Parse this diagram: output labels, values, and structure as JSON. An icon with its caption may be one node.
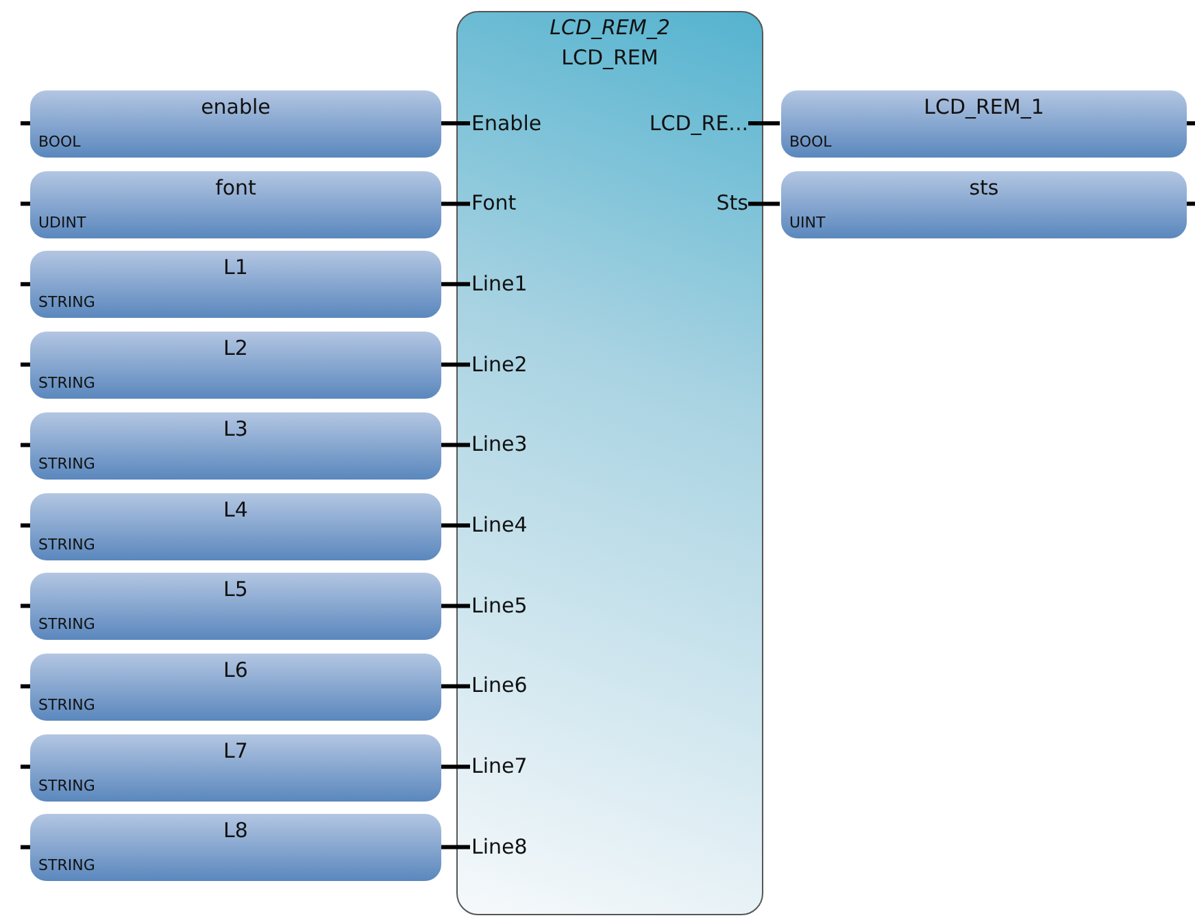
{
  "diagram": {
    "nodes": [
      {
        "text": [
          "enable",
          "BOOL"
        ]
      },
      {
        "text": [
          "font",
          "UDINT"
        ]
      },
      {
        "text": [
          "L1",
          "STRING"
        ]
      },
      {
        "text": [
          "L2",
          "STRING"
        ]
      },
      {
        "text": [
          "L3",
          "STRING"
        ]
      },
      {
        "text": [
          "L4",
          "STRING"
        ]
      },
      {
        "text": [
          "L5",
          "STRING"
        ]
      },
      {
        "text": [
          "L6",
          "STRING"
        ]
      },
      {
        "text": [
          "L7",
          "STRING"
        ]
      },
      {
        "text": [
          "L8",
          "STRING"
        ]
      },
      {
        "text": [
          "LCD_REM_2",
          "LCD_REM"
        ]
      },
      {
        "text": [
          "Enable"
        ],
        "in": 10
      },
      {
        "text": [
          "LCD_RE..."
        ],
        "in": 10
      },
      {
        "text": [
          "Font"
        ],
        "in": 10
      },
      {
        "text": [
          "Sts"
        ],
        "in": 10
      },
      {
        "text": [
          "Line1"
        ],
        "in": 10
      },
      {
        "text": [
          "Line2"
        ],
        "in": 10
      },
      {
        "text": [
          "Line3"
        ],
        "in": 10
      },
      {
        "text": [
          "Line4"
        ],
        "in": 10
      },
      {
        "text": [
          "Line5"
        ],
        "in": 10
      },
      {
        "text": [
          "Line6"
        ],
        "in": 10
      },
      {
        "text": [
          "Line7"
        ],
        "in": 10
      },
      {
        "text": [
          "Line8"
        ],
        "in": 10
      },
      {
        "text": [
          "LCD_REM_1",
          "BOOL"
        ]
      },
      {
        "text": [
          "sts",
          "UINT"
        ]
      }
    ],
    "edges": [
      {
        "from": 0,
        "to": 11,
        "arrow": "none"
      },
      {
        "from": 1,
        "to": 13,
        "arrow": "none"
      },
      {
        "from": 2,
        "to": 15,
        "arrow": "none"
      },
      {
        "from": 3,
        "to": 16,
        "arrow": "none"
      },
      {
        "from": 4,
        "to": 17,
        "arrow": "none"
      },
      {
        "from": 5,
        "to": 18,
        "arrow": "none"
      },
      {
        "from": 6,
        "to": 19,
        "arrow": "none"
      },
      {
        "from": 7,
        "to": 20,
        "arrow": "none"
      },
      {
        "from": 8,
        "to": 21,
        "arrow": "none"
      },
      {
        "from": 9,
        "to": 22,
        "arrow": "none"
      },
      {
        "from": 12,
        "to": 23,
        "arrow": "none"
      },
      {
        "from": 14,
        "to": 24,
        "arrow": "none"
      }
    ]
  }
}
